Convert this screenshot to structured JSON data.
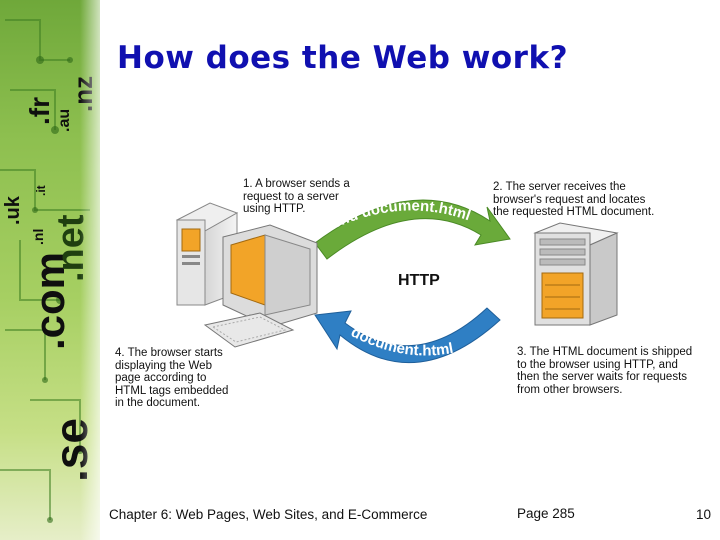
{
  "slide": {
    "title": "How does the Web work?",
    "side_labels": [
      ".com",
      ".net",
      ".se",
      ".fr",
      ".nz",
      ".au",
      ".nl",
      ".uk",
      ".it"
    ]
  },
  "diagram": {
    "steps": [
      "1. A browser sends a\nrequest to a server\nusing HTTP.",
      "2. The server receives the\nbrowser's request and locates\nthe requested HTML document.",
      "3. The HTML document is shipped\nto the browser using HTTP, and\nthen the server waits for requests\nfrom other browsers.",
      "4. The browser starts\ndisplaying the Web\npage according to\nHTML tags embedded\nin the document."
    ],
    "center_label": "HTTP",
    "top_arrow_label": "Send document.html",
    "bottom_arrow_label": "document.html"
  },
  "footer": {
    "chapter": "Chapter 6: Web Pages, Web Sites, and E-Commerce",
    "page": "Page 285",
    "slide_number": "10"
  },
  "colors": {
    "title": "#1010b0",
    "green_arrow": "#6aaa3a",
    "blue_arrow": "#2f7fc4",
    "monitor_screen": "#f2a428"
  }
}
